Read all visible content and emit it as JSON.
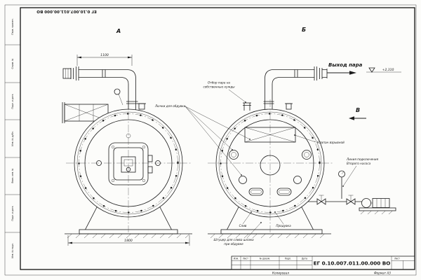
{
  "sheet": {
    "stamp_top": "ЕГ 0.10.007.011.00.000 ВО",
    "doc_number": "ЕГ 0.10.007.011.00.000  ВО",
    "format_label": "Формат А3",
    "copied_label": "Копировал",
    "sheet_label": "Лист",
    "title_cols": [
      "Изм.",
      "Лист",
      "№ докум.",
      "Подп.",
      "Дата"
    ],
    "margin_labels": [
      "Перв. примен.",
      "Справ. №",
      "Подп. и дата",
      "Инв. № дубл.",
      "Взам. инв. №",
      "Подп. и дата",
      "Инв. № подл."
    ]
  },
  "views": {
    "a": "А",
    "b": "Б",
    "v": "В"
  },
  "dims": {
    "top_width": "1100",
    "base_width": "1800",
    "elevation": "+2,310"
  },
  "annotations": {
    "steam_out": "Выход пара",
    "steam_own_1": "Отбор пара на",
    "steam_own_2": "собственные нужды",
    "hatches": "Лючки для обдувки",
    "valve": "Клапан взрывной",
    "pump_line_1": "Линия подключения",
    "pump_line_2": "Второго насоса",
    "drain": "Слив",
    "blowdown": "Продувка",
    "sludge_1": "Штуцер для слива шлама",
    "sludge_2": "при обдувке"
  }
}
